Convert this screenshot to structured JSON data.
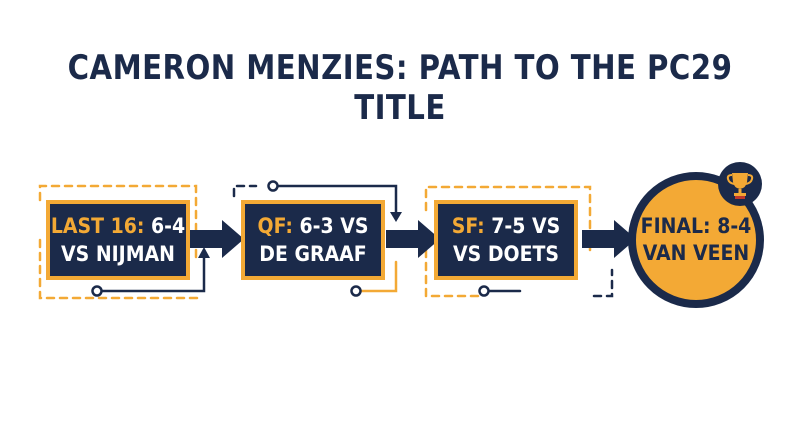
{
  "title": "CAMERON MENZIES: PATH TO THE PC29 TITLE",
  "stages": [
    {
      "round": "LAST 16:",
      "line1_rest": " 6-4",
      "line2": "VS NIJMAN"
    },
    {
      "round": "QF:",
      "line1_rest": " 6-3 VS",
      "line2": "DE GRAAF"
    },
    {
      "round": "SF:",
      "line1_rest": " 7-5 VS",
      "line2": "VS DOETS"
    }
  ],
  "final": {
    "line1": "FINAL: 8-4",
    "line2": "VAN VEEN"
  },
  "icons": [
    "trophy-icon",
    "arrow-right-icon"
  ],
  "colors": {
    "navy": "#1b2a4a",
    "gold": "#f3a935",
    "background": "#ffffff"
  }
}
